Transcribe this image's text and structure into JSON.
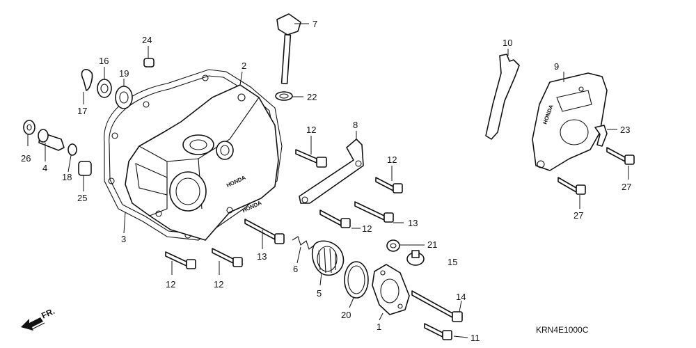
{
  "diagram": {
    "callouts": [
      {
        "id": "c7",
        "text": "7"
      },
      {
        "id": "c10",
        "text": "10"
      },
      {
        "id": "c9",
        "text": "9"
      },
      {
        "id": "c24",
        "text": "24"
      },
      {
        "id": "c2",
        "text": "2"
      },
      {
        "id": "c16",
        "text": "16"
      },
      {
        "id": "c19",
        "text": "19"
      },
      {
        "id": "c17",
        "text": "17"
      },
      {
        "id": "c22",
        "text": "22"
      },
      {
        "id": "c8",
        "text": "8"
      },
      {
        "id": "c23",
        "text": "23"
      },
      {
        "id": "c12a",
        "text": "12"
      },
      {
        "id": "c26",
        "text": "26"
      },
      {
        "id": "c4",
        "text": "4"
      },
      {
        "id": "c18",
        "text": "18"
      },
      {
        "id": "c25",
        "text": "25"
      },
      {
        "id": "c12b",
        "text": "12"
      },
      {
        "id": "c27a",
        "text": "27"
      },
      {
        "id": "c27b",
        "text": "27"
      },
      {
        "id": "c12c",
        "text": "12"
      },
      {
        "id": "c13a",
        "text": "13"
      },
      {
        "id": "c3",
        "text": "3"
      },
      {
        "id": "c13b",
        "text": "13"
      },
      {
        "id": "c21",
        "text": "21"
      },
      {
        "id": "c15",
        "text": "15"
      },
      {
        "id": "c6",
        "text": "6"
      },
      {
        "id": "c12d",
        "text": "12"
      },
      {
        "id": "c12e",
        "text": "12"
      },
      {
        "id": "c5",
        "text": "5"
      },
      {
        "id": "c14",
        "text": "14"
      },
      {
        "id": "c20",
        "text": "20"
      },
      {
        "id": "c1",
        "text": "1"
      },
      {
        "id": "c11",
        "text": "11"
      }
    ],
    "direction_label": "FR.",
    "emboss_main": "HONDA",
    "emboss_cover": "HONDA",
    "diagram_code": "KRN4E1000C"
  }
}
